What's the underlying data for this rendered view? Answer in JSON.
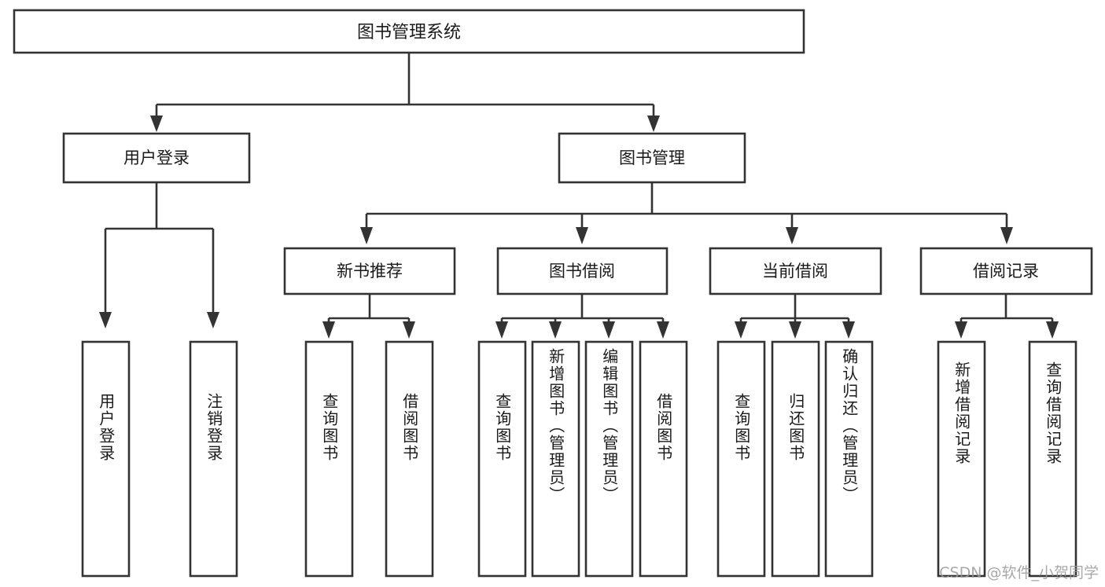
{
  "diagram": {
    "title": "图书管理系统",
    "type": "tree-hierarchy-diagram",
    "background_color": "#ffffff",
    "stroke_color": "#333333",
    "text_color": "#1a1a1a",
    "root": {
      "label": "图书管理系统"
    },
    "level2": [
      {
        "label": "用户登录"
      },
      {
        "label": "图书管理"
      }
    ],
    "level3": [
      {
        "label": "新书推荐"
      },
      {
        "label": "图书借阅"
      },
      {
        "label": "当前借阅"
      },
      {
        "label": "借阅记录"
      }
    ],
    "leaves": {
      "user_login": [
        {
          "label": "用户登录"
        },
        {
          "label": "注销登录"
        }
      ],
      "new_book_recommend": [
        {
          "label": "查询图书"
        },
        {
          "label": "借阅图书"
        }
      ],
      "book_borrow": [
        {
          "label": "查询图书"
        },
        {
          "label": "新增图书（管理员）"
        },
        {
          "label": "编辑图书（管理员）"
        },
        {
          "label": "借阅图书"
        }
      ],
      "current_borrow": [
        {
          "label": "查询图书"
        },
        {
          "label": "归还图书"
        },
        {
          "label": "确认归还（管理员）"
        }
      ],
      "borrow_record": [
        {
          "label": "新增借阅记录"
        },
        {
          "label": "查询借阅记录"
        }
      ]
    }
  },
  "watermark": {
    "text": "CSDN @软件_小贺同学"
  }
}
